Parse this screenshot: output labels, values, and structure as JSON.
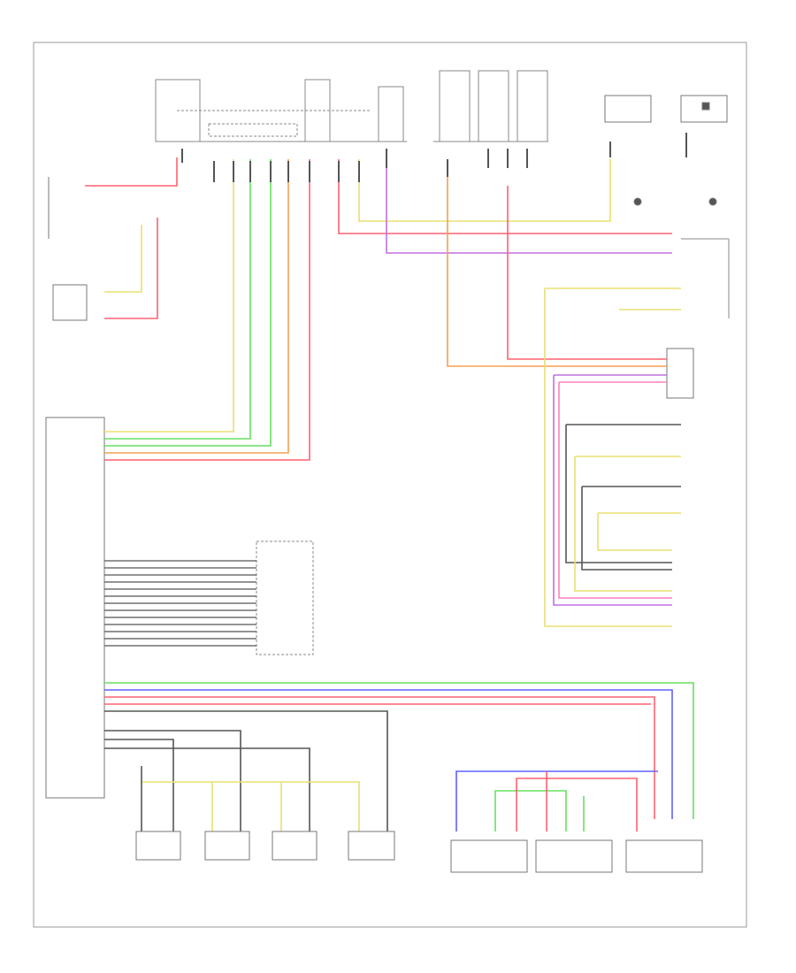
{
  "diagram": {
    "title": "",
    "footer_code": "",
    "colors": {
      "frame": "#9a9a9a",
      "wire_red": "#ff6070",
      "wire_green": "#66e060",
      "wire_yellow": "#e8e070",
      "wire_orange": "#f5a050",
      "wire_violet": "#c070e0",
      "wire_blue": "#6060ff",
      "wire_black": "#555555",
      "wire_gray": "#bbbbbb",
      "wire_pink": "#ff80c0"
    },
    "legend": [
      "",
      ""
    ],
    "blocks": [
      {
        "id": "sensor-top-right-a",
        "label": ""
      },
      {
        "id": "sensor-top-right-b",
        "label": ""
      },
      {
        "id": "left-sensor",
        "label": ""
      },
      {
        "id": "right-module",
        "label": ""
      },
      {
        "id": "control-module",
        "label": ""
      },
      {
        "id": "middle-module",
        "label": ""
      },
      {
        "id": "bottom-sensor-1",
        "label": ""
      },
      {
        "id": "bottom-sensor-2",
        "label": ""
      },
      {
        "id": "bottom-sensor-3",
        "label": ""
      },
      {
        "id": "bottom-sensor-4",
        "label": ""
      },
      {
        "id": "bottom-unit-1",
        "label": ""
      },
      {
        "id": "bottom-unit-2",
        "label": ""
      },
      {
        "id": "bottom-unit-3",
        "label": ""
      }
    ]
  }
}
